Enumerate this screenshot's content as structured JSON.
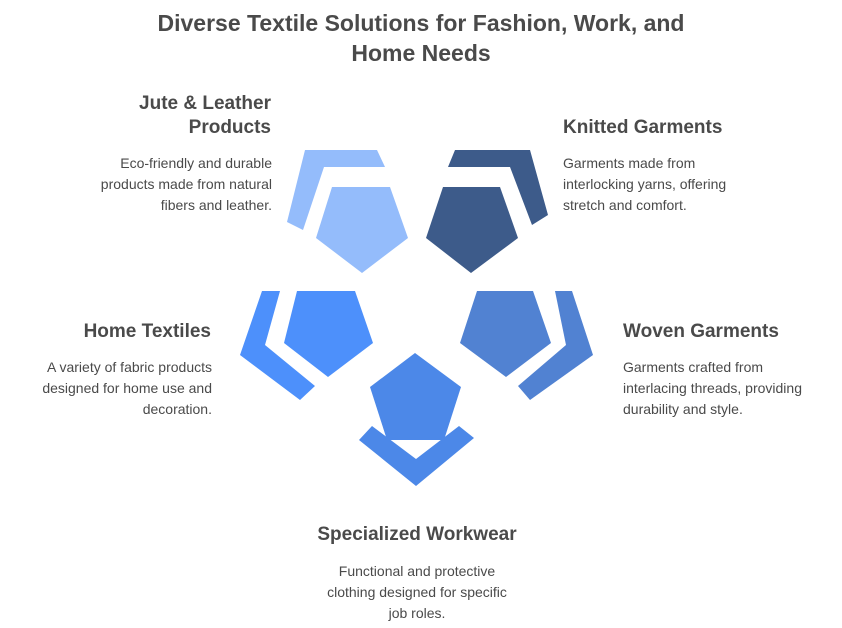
{
  "title": "Diverse Textile Solutions for Fashion, Work, and\nHome Needs",
  "colors": {
    "jute": "#94bcfb",
    "knitted": "#3d5b8a",
    "home": "#4d90fb",
    "woven": "#5182d2",
    "workwear": "#4c88e8"
  },
  "segments": {
    "jute": {
      "heading": "Jute & Leather\nProducts",
      "description": "Eco-friendly and durable\nproducts made from natural\nfibers and leather."
    },
    "knitted": {
      "heading": "Knitted Garments",
      "description": "Garments made from\ninterlocking yarns, offering\nstretch and comfort."
    },
    "home": {
      "heading": "Home Textiles",
      "description": "A variety of fabric products\ndesigned for home use and\ndecoration."
    },
    "woven": {
      "heading": "Woven Garments",
      "description": "Garments crafted from\ninterlacing threads, providing\ndurability and style."
    },
    "workwear": {
      "heading": "Specialized Workwear",
      "description": "Functional and protective\nclothing designed for specific\njob roles."
    }
  }
}
